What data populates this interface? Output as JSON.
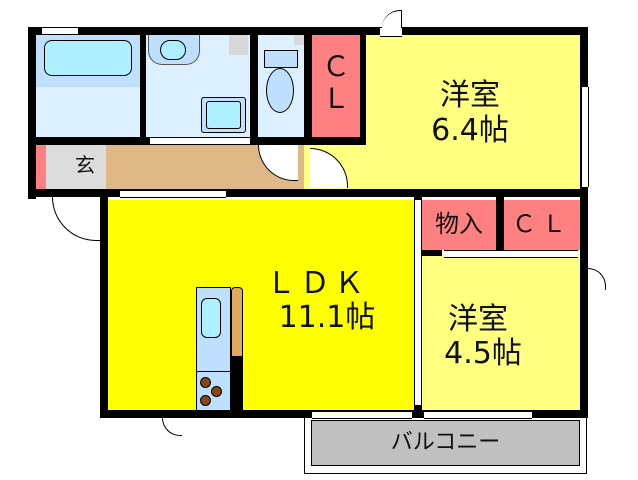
{
  "floorplan": {
    "rooms": {
      "western_room_1": {
        "name": "洋室",
        "size": "6.4帖",
        "color": "#FFFF80"
      },
      "western_room_2": {
        "name": "洋室",
        "size": "4.5帖",
        "color": "#FFFF80"
      },
      "ldk": {
        "name": "ＬＤＫ",
        "size": "11.1帖",
        "color": "#FFFF00"
      },
      "entrance": {
        "name": "玄",
        "color": "#DCDCDC"
      },
      "hallway": {
        "color": "#DEB887"
      },
      "bathroom": {
        "color": "#DDF0FF"
      },
      "washroom": {
        "color": "#DDF0FF"
      },
      "toilet": {
        "color": "#DDF0FF"
      },
      "balcony": {
        "name": "バルコニー",
        "color": "#C0C0C0"
      }
    },
    "closets": {
      "cl_1": {
        "label_line1": "Ｃ",
        "label_line2": "Ｌ",
        "color": "#FF8080"
      },
      "storage": {
        "label": "物入",
        "color": "#FF8080"
      },
      "cl_2": {
        "label": "ＣＬ",
        "color": "#FF8080"
      }
    },
    "colors": {
      "wall": "#000000",
      "closet": "#FF8080",
      "fixture_blue": "#BFDFFF",
      "fixture_cyan": "#AEF0FF",
      "counter": "#E0A860",
      "burner": "#8B4513"
    }
  }
}
